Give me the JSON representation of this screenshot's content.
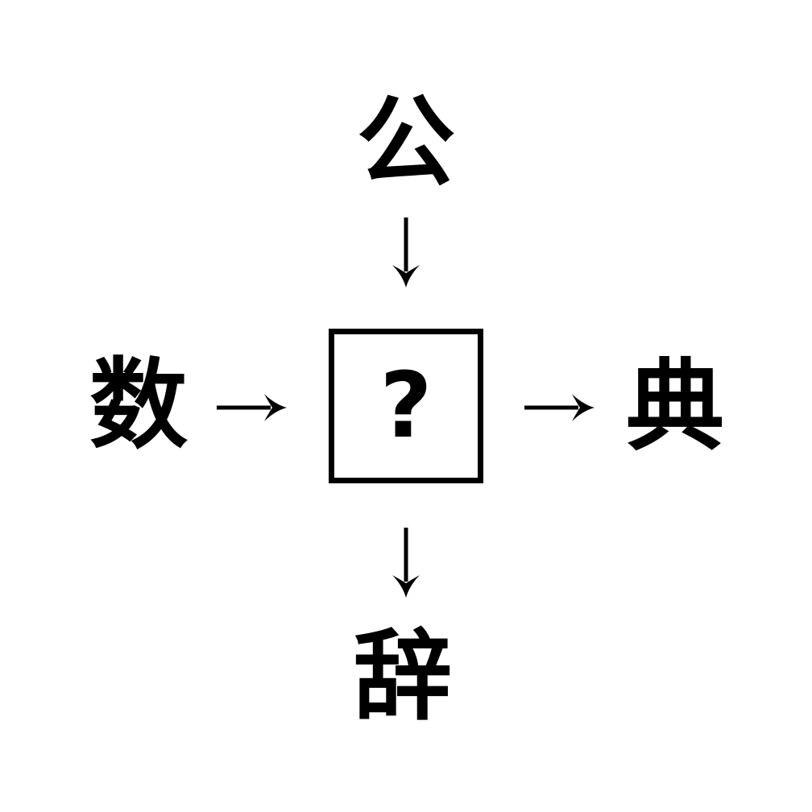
{
  "puzzle": {
    "kind": "kanji-fill-in-the-blank",
    "top_kanji": "公",
    "left_kanji": "数",
    "right_kanji": "典",
    "bottom_kanji": "辞",
    "center_placeholder": "?"
  },
  "icons": {
    "down_arrow": "↓",
    "right_arrow": "→"
  },
  "colors": {
    "background": "#ffffff",
    "foreground": "#000000"
  }
}
